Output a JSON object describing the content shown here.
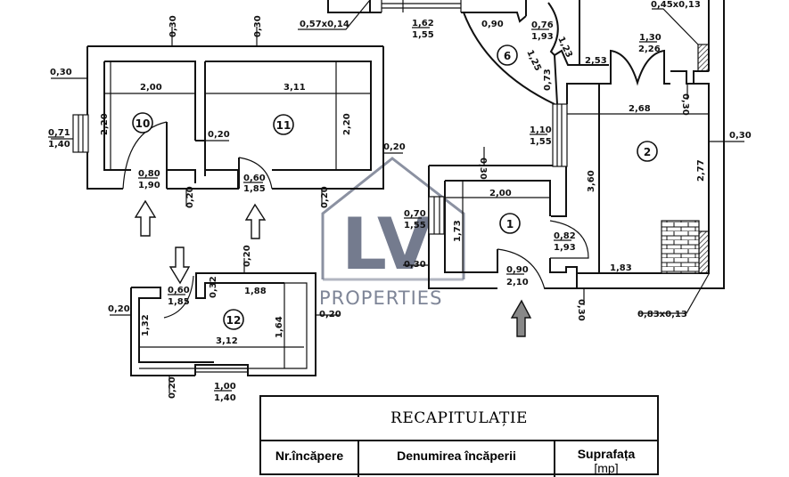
{
  "watermark": {
    "brand_initials": "LV",
    "brand_name": "PROPERTIES",
    "color": "#6d7489"
  },
  "rooms": [
    {
      "id": "10",
      "label": "10"
    },
    {
      "id": "11",
      "label": "11"
    },
    {
      "id": "12",
      "label": "12"
    },
    {
      "id": "1",
      "label": "1"
    },
    {
      "id": "2",
      "label": "2"
    },
    {
      "id": "6",
      "label": "6"
    }
  ],
  "dimensions": {
    "top_left_wall_a": "0,30",
    "top_left_wall_b": "0,30",
    "left_wall": "0,30",
    "room10_width": "2,00",
    "room10_height": "2,20",
    "room10_window_w": "0,71",
    "room10_window_h": "1,40",
    "room10_door_w": "0,80",
    "room10_door_h": "1,90",
    "partition_10_11": "0,20",
    "room10_bottom_wall": "0,20",
    "room11_width": "3,11",
    "room11_height": "2,20",
    "room11_door_w": "0,60",
    "room11_door_h": "1,85",
    "room11_bottom_wall": "0,20",
    "room11_right_wall": "0,20",
    "vent_top": "0,57x0,14",
    "stair_window_w": "1,62",
    "stair_window_h": "1,55",
    "room6_arc": "0,90",
    "room6_door_w": "0,76",
    "room6_door_h": "1,93",
    "room6_side_a": "1,25",
    "room6_side_b": "1,23",
    "room6_side_c": "0,73",
    "hall_top": "2,53",
    "main_door_w": "1,30",
    "main_door_h": "2,26",
    "chimney_top": "0,45x0,13",
    "right_inner_wall": "0,30",
    "room2_width": "2,68",
    "right_outer_wall": "0,30",
    "room2_height": "2,77",
    "room2_bottom": "1,83",
    "chimney_bottom": "0,83x0,13",
    "room1_left_height": "3,60",
    "side_window_w": "1,10",
    "side_window_h": "1,55",
    "room1_top_wall": "0,30",
    "room1_width": "2,00",
    "room1_height": "1,73",
    "room1_window_w": "0,70",
    "room1_window_h": "1,55",
    "room1_left_wall": "0,30",
    "room1_inner_door_w": "0,82",
    "room1_inner_door_h": "1,93",
    "room1_entry_door_w": "0,90",
    "room1_entry_door_h": "2,10",
    "room1_bottom_wall": "0,30",
    "room12_top_wall": "0,20",
    "room12_door_w": "0,60",
    "room12_door_h": "1,85",
    "room12_step": "0,32",
    "room12_top": "1,88",
    "room12_left_wall": "0,20",
    "room12_left": "1,32",
    "room12_width": "3,12",
    "room12_right": "1,64",
    "room12_right_wall": "0,20",
    "room12_bottom_wall": "0,20",
    "room12_window_w": "1,00",
    "room12_window_h": "1,40"
  },
  "recap_table": {
    "title": "RECAPITULAȚIE",
    "columns": [
      "Nr.încăpere",
      "Denumirea încăperii",
      "Suprafața",
      "[mp]"
    ]
  }
}
